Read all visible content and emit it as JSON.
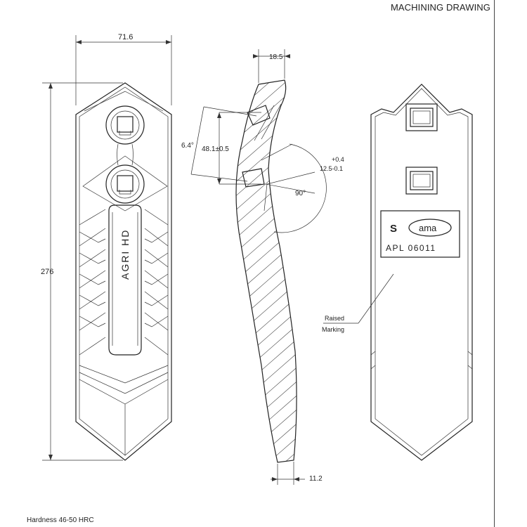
{
  "title": "MACHINING DRAWING",
  "footer": {
    "hardness": "Hardness 46-50 HRC"
  },
  "front_view": {
    "width_dim": "71.6",
    "height_dim": "276",
    "engraving": "AGRI HD"
  },
  "side_view": {
    "top_thickness": "18.5",
    "angle_dim": "6.4°",
    "hole_distance": "48.1±0.5",
    "tol_upper": "+0.4",
    "tol_nominal": "12.5-0.1",
    "right_angle": "90°",
    "tip_thickness": "11.2"
  },
  "back_view": {
    "logo_symbol": "S",
    "logo_text": "ama",
    "part_number": "APL 06011",
    "note_line1": "Raised",
    "note_line2": "Marking"
  }
}
